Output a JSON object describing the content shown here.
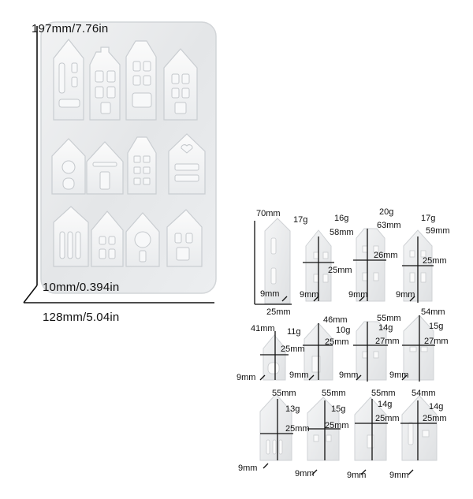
{
  "mold_overview": {
    "height_label": "197mm/7.76in",
    "depth_label": "10mm/0.394in",
    "width_label": "128mm/5.04in"
  },
  "pieces": [
    {
      "id": "r1c1",
      "labels": [
        "70mm",
        "17g",
        "25mm",
        "9mm"
      ]
    },
    {
      "id": "r1c2",
      "labels": [
        "16g",
        "58mm",
        "25mm",
        "9mm"
      ]
    },
    {
      "id": "r1c3",
      "labels": [
        "20g",
        "63mm",
        "26mm",
        "9mm"
      ]
    },
    {
      "id": "r1c4",
      "labels": [
        "17g",
        "59mm",
        "25mm",
        "9mm"
      ]
    },
    {
      "id": "r2c1",
      "labels": [
        "41mm",
        "11g",
        "25mm",
        "9mm"
      ]
    },
    {
      "id": "r2c2",
      "labels": [
        "46mm",
        "10g",
        "25mm",
        "9mm"
      ]
    },
    {
      "id": "r2c3",
      "labels": [
        "55mm",
        "14g",
        "27mm",
        "9mm"
      ]
    },
    {
      "id": "r2c4",
      "labels": [
        "54mm",
        "15g",
        "27mm",
        "9mm"
      ]
    },
    {
      "id": "r3c1",
      "labels": [
        "55mm",
        "13g",
        "25mm",
        "9mm"
      ]
    },
    {
      "id": "r3c2",
      "labels": [
        "55mm",
        "15g",
        "25mm",
        "9mm"
      ]
    },
    {
      "id": "r3c3",
      "labels": [
        "55mm",
        "14g",
        "25mm",
        "9mm"
      ]
    },
    {
      "id": "r3c4",
      "labels": [
        "54mm",
        "14g",
        "25mm",
        "9mm"
      ]
    }
  ]
}
